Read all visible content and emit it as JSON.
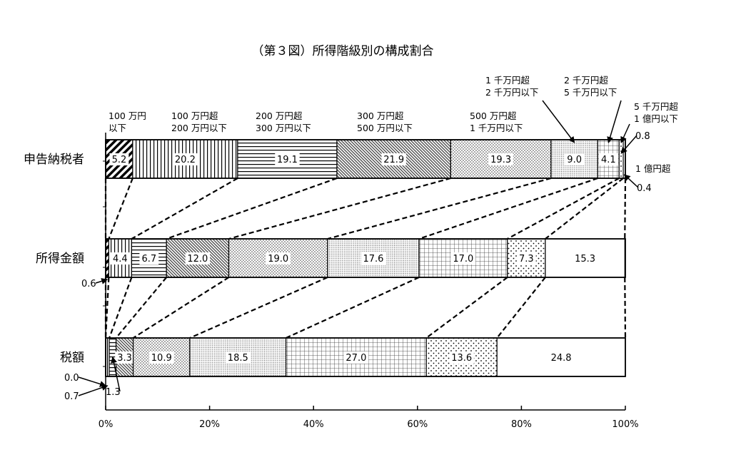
{
  "chart_data": {
    "type": "bar",
    "stacked": true,
    "orientation": "horizontal",
    "title": "（第３図）所得階級別の構成割合",
    "xlim": [
      0,
      100
    ],
    "x_ticks": [
      "0%",
      "20%",
      "40%",
      "60%",
      "80%",
      "100%"
    ],
    "categories": [
      [
        "100 万円",
        "以下"
      ],
      [
        "100 万円超",
        "200 万円以下"
      ],
      [
        "200 万円超",
        "300 万円以下"
      ],
      [
        "300 万円超",
        "500 万円以下"
      ],
      [
        "500 万円超",
        "1 千万円以下"
      ],
      [
        "1 千万円超",
        "2 千万円以下"
      ],
      [
        "2 千万円超",
        "5 千万円以下"
      ],
      [
        "5 千万円超",
        "1 億円以下"
      ],
      [
        "1 億円超"
      ]
    ],
    "rows": [
      {
        "name": "申告納税者",
        "values": [
          5.2,
          20.2,
          19.1,
          21.9,
          19.3,
          9.0,
          4.1,
          0.8,
          0.4
        ]
      },
      {
        "name": "所得金額",
        "values": [
          0.6,
          4.4,
          6.7,
          12.0,
          19.0,
          17.6,
          17.0,
          7.3,
          15.3
        ]
      },
      {
        "name": "税額",
        "values": [
          0.0,
          0.7,
          1.3,
          3.3,
          10.9,
          18.5,
          27.0,
          13.6,
          24.8
        ]
      }
    ]
  }
}
